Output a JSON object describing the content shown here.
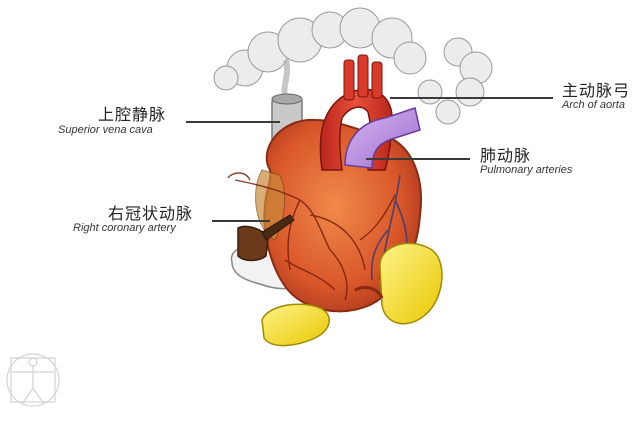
{
  "labels": {
    "svc": {
      "zh": "上腔静脉",
      "en": "Superior vena cava"
    },
    "rca": {
      "zh": "右冠状动脉",
      "en": "Right coronary artery"
    },
    "arch": {
      "zh": "主动脉弓",
      "en": "Arch of aorta"
    },
    "pulm": {
      "zh": "肺动脉",
      "en": "Pulmonary arteries"
    }
  },
  "colors": {
    "heart": "#d9572a",
    "aorta": "#d93a2a",
    "pulmonary": "#b98de0",
    "vena_cava": "#c7c7c7",
    "shoes": "#f2e41c",
    "smoke": "#d9d9d9"
  },
  "logo": "vitruvian-man-watermark"
}
